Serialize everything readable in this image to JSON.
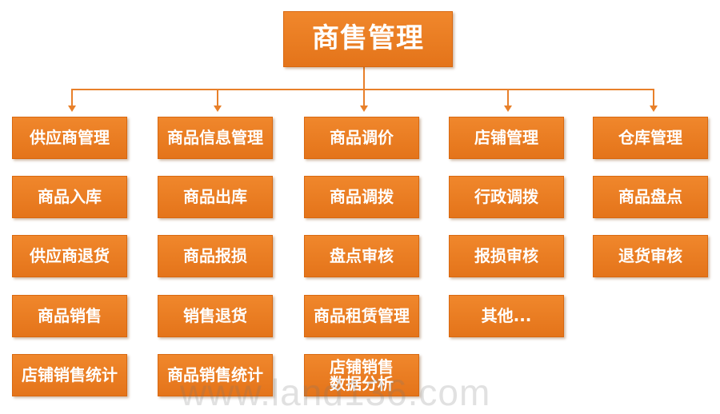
{
  "root": {
    "label": "商售管理"
  },
  "columns": [
    {
      "items": [
        "供应商管理",
        "商品入库",
        "供应商退货",
        "商品销售",
        "店铺销售统计"
      ]
    },
    {
      "items": [
        "商品信息管理",
        "商品出库",
        "商品报损",
        "销售退货",
        "商品销售统计"
      ]
    },
    {
      "items": [
        "商品调价",
        "商品调拨",
        "盘点审核",
        "商品租赁管理",
        "店铺销售\n数据分析"
      ]
    },
    {
      "items": [
        "店铺管理",
        "行政调拨",
        "报损审核",
        "其他..."
      ]
    },
    {
      "items": [
        "仓库管理",
        "商品盘点",
        "退货审核"
      ]
    }
  ],
  "colors": {
    "box": "#e97e22",
    "line": "#e8802a"
  },
  "watermark": "www.land136.com"
}
